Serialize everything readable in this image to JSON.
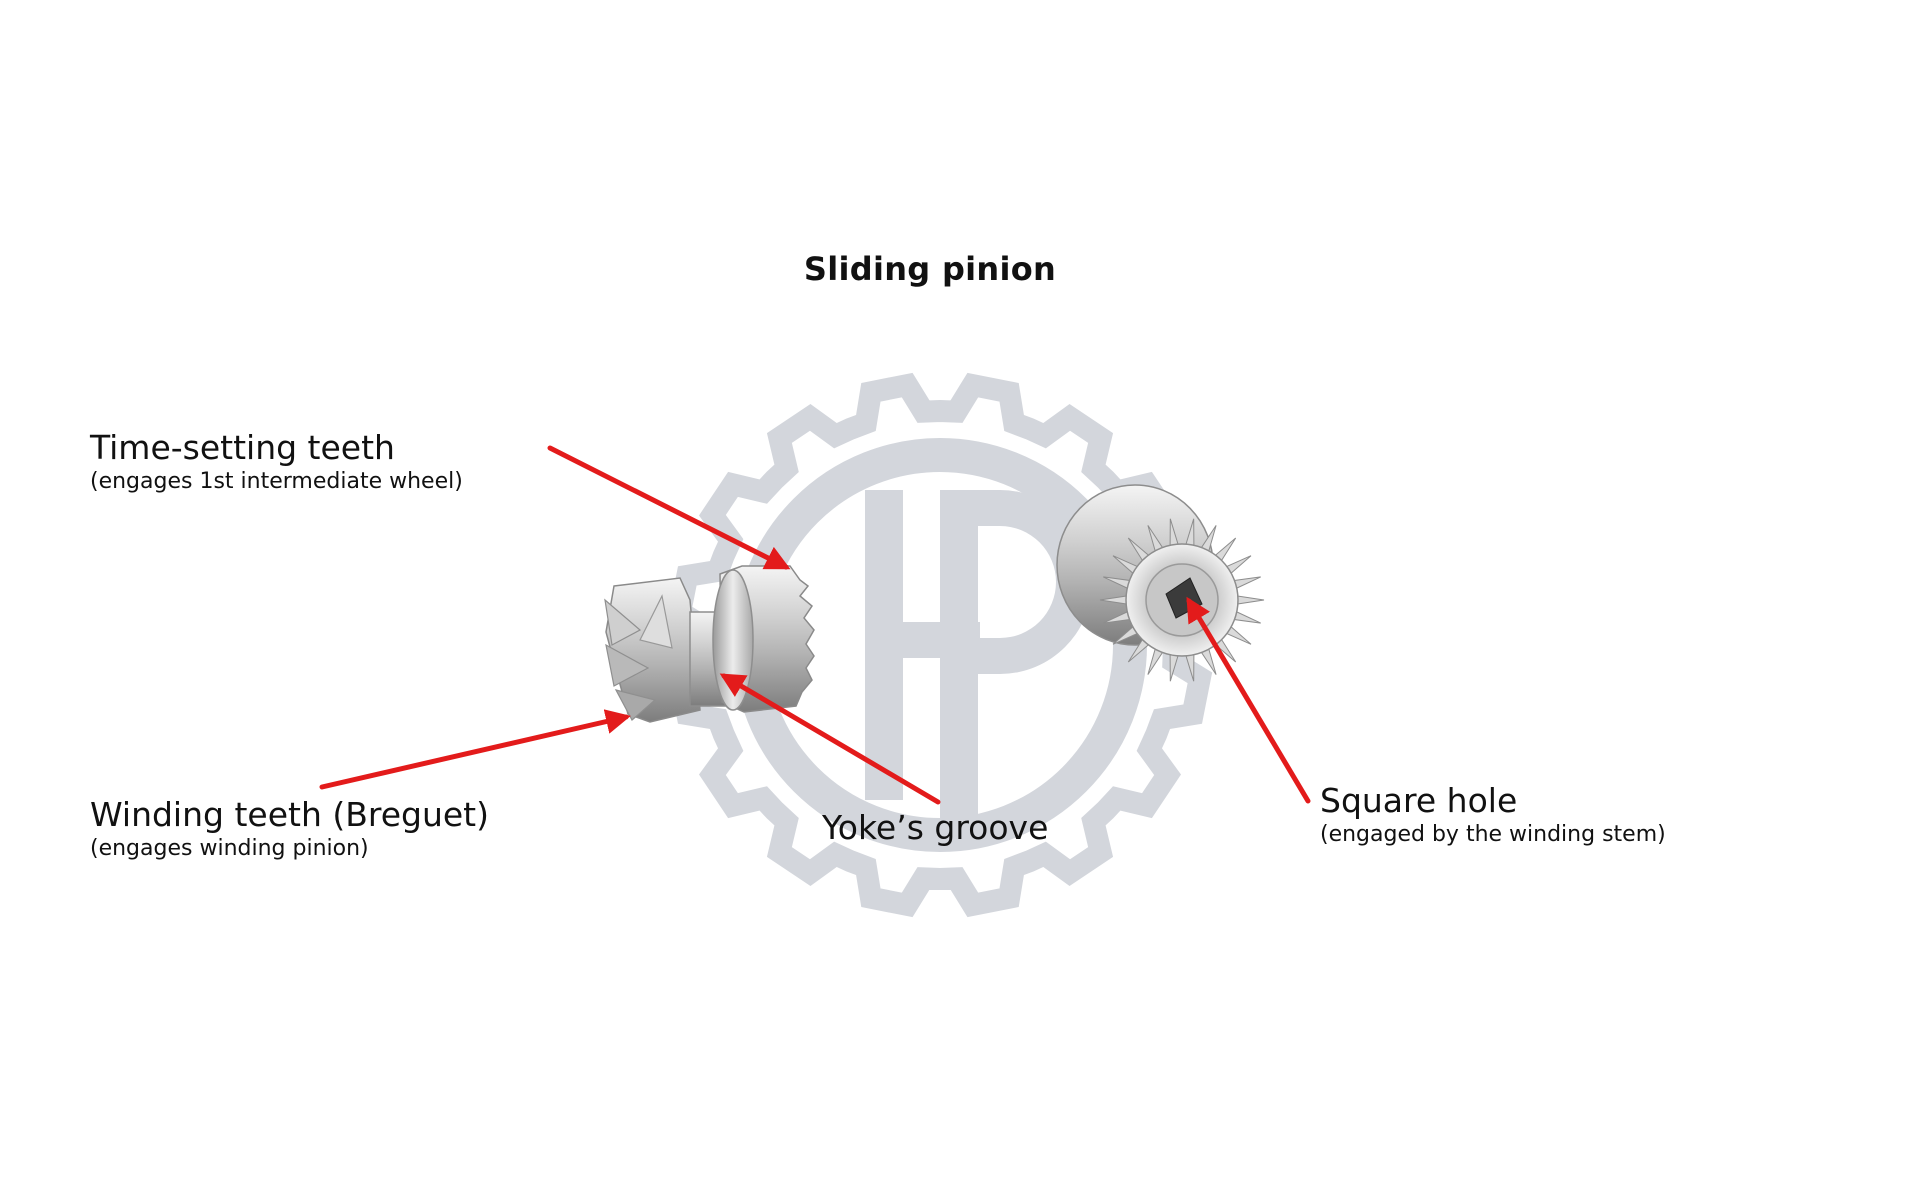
{
  "title": "Sliding pinion",
  "colors": {
    "arrow": "#e31b1b",
    "watermark": "#d3d6dc",
    "metal_light": "#e9e9e9",
    "metal_dark": "#8c8c8c"
  },
  "labels": {
    "time_setting": {
      "main": "Time-setting teeth",
      "sub": "(engages 1st intermediate wheel)"
    },
    "winding": {
      "main": "Winding teeth (Breguet)",
      "sub": "(engages winding pinion)"
    },
    "yoke": {
      "main": "Yoke’s groove"
    },
    "square_hole": {
      "main": "Square hole",
      "sub": "(engaged by the winding stem)"
    }
  },
  "watermark": {
    "letters": "HP"
  }
}
